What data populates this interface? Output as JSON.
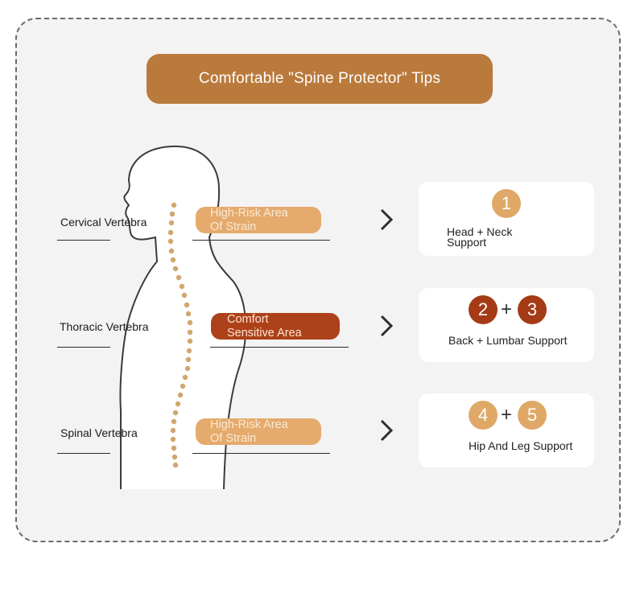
{
  "title": "Comfortable \"Spine Protector\" Tips",
  "vertebrae": [
    {
      "label": "Cervical Vertebra"
    },
    {
      "label": "Thoracic Vertebra"
    },
    {
      "label": "Spinal Vertebra"
    }
  ],
  "zones": [
    {
      "line1": "High-Risk Area",
      "line2": "Of Strain",
      "color": "#e4ab6d"
    },
    {
      "line1": "Comfort",
      "line2": "Sensitive Area",
      "color": "#ad4119"
    },
    {
      "line1": "High-Risk Area",
      "line2": "Of Strain",
      "color": "#e4ab6d"
    }
  ],
  "supports": [
    {
      "numbers": [
        "1"
      ],
      "line1": "Head + Neck",
      "line2": "Support"
    },
    {
      "numbers": [
        "2",
        "3"
      ],
      "plus": "+",
      "text": "Back + Lumbar Support"
    },
    {
      "numbers": [
        "4",
        "5"
      ],
      "plus": "+",
      "text": "Hip And Leg Support"
    }
  ],
  "icons": {
    "arrow": "chevron-right-icon"
  },
  "colors": {
    "banner": "#b97a3c",
    "light_pill": "#e4ab6d",
    "dark_pill": "#ad4119",
    "spine_dots": "#d2a66f",
    "background": "#f4f3f3"
  }
}
